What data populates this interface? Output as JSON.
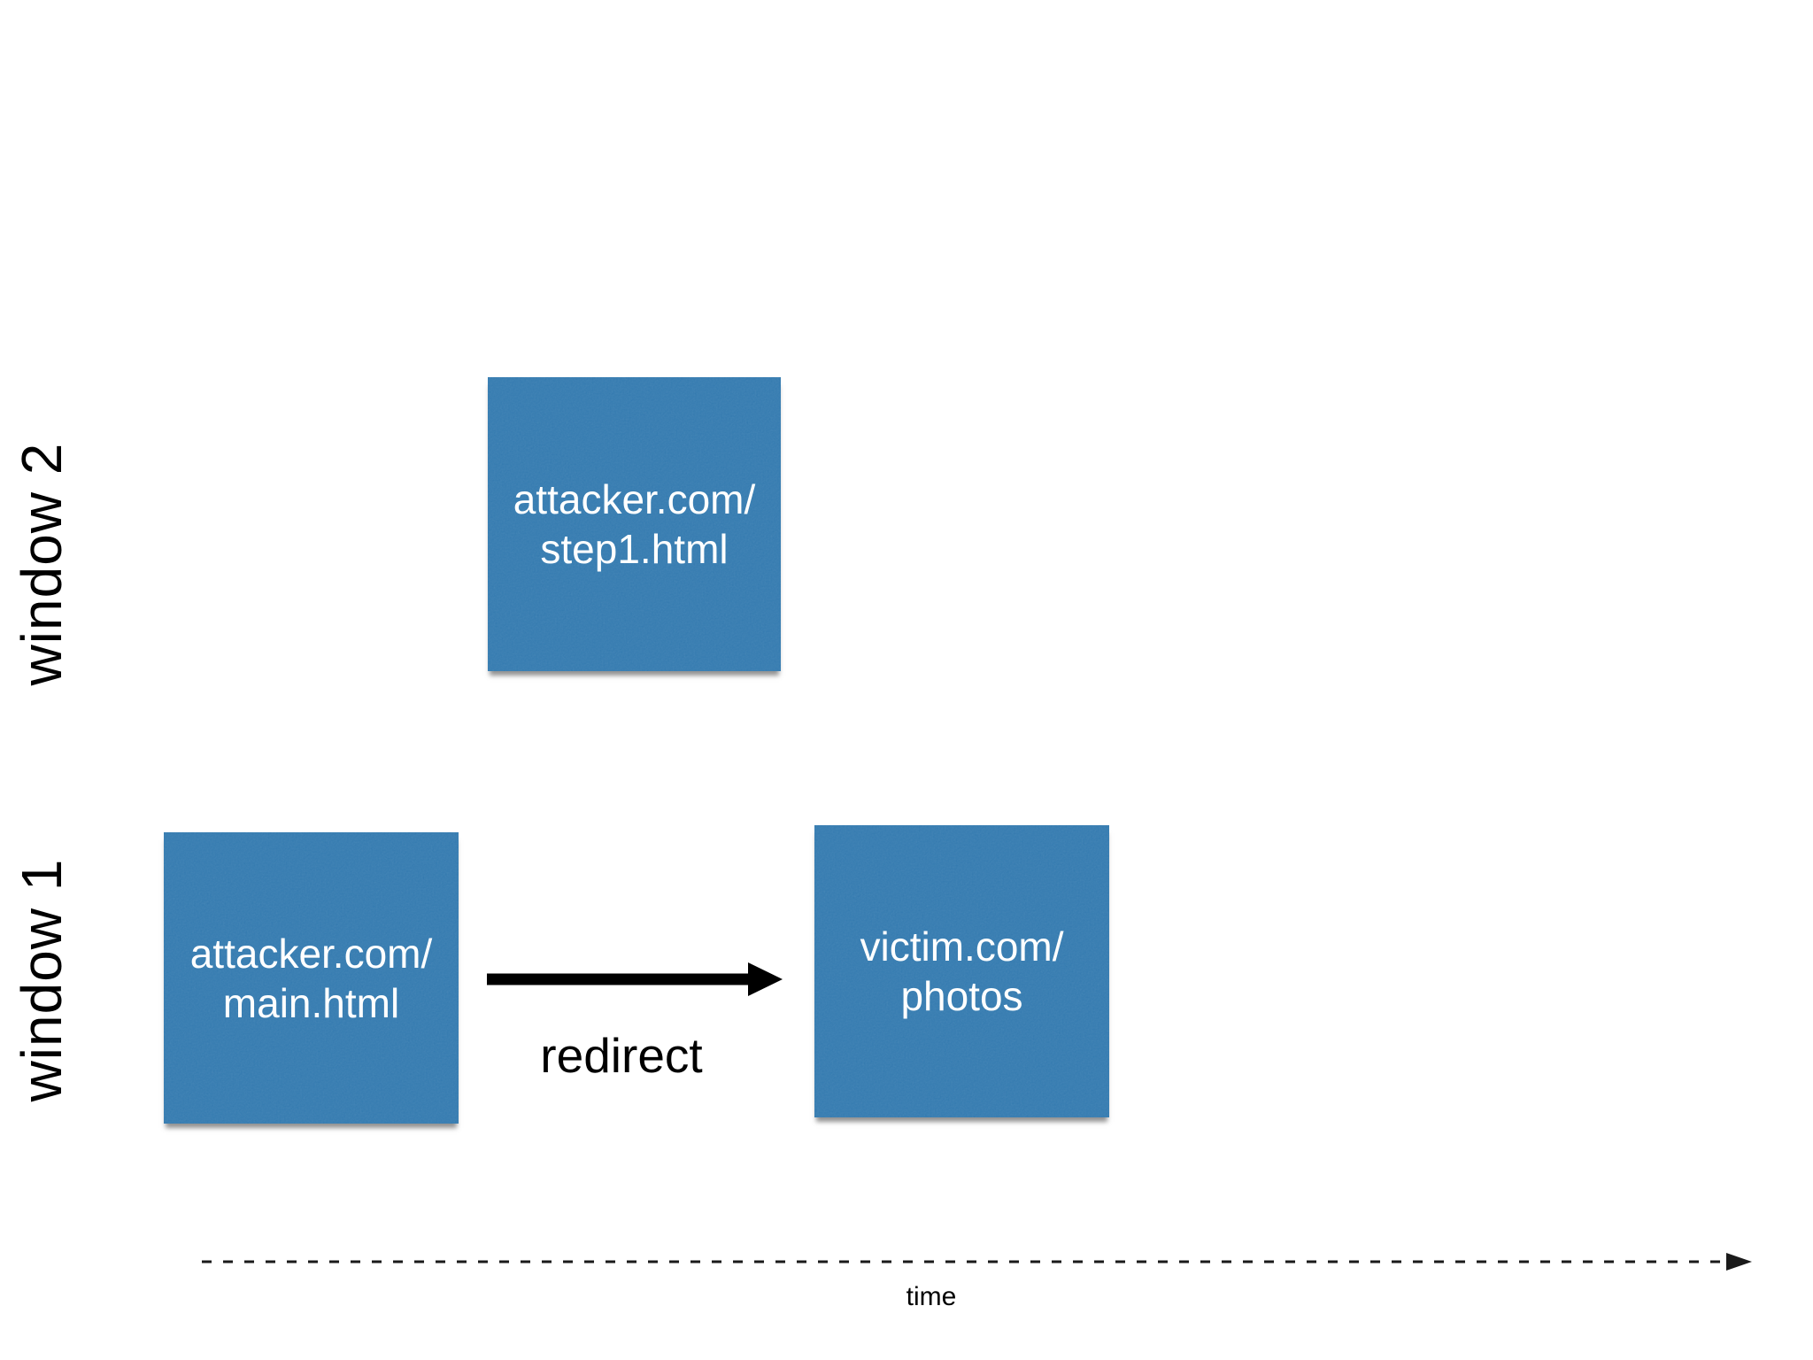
{
  "slide": {
    "row_labels": {
      "window2": "window 2",
      "window1": "window 1"
    },
    "nodes": {
      "step1": {
        "line1": "attacker.com/",
        "line2": "step1.html"
      },
      "main": {
        "line1": "attacker.com/",
        "line2": "main.html"
      },
      "victim": {
        "line1": "victim.com/",
        "line2": "photos"
      }
    },
    "redirect_label": "redirect",
    "time_axis_label": "time",
    "colors": {
      "node_fill": "#2d76ad",
      "node_text": "#ffffff",
      "arrow": "#000000",
      "axis_line": "#1a1a1a",
      "label_text": "#000000"
    }
  }
}
